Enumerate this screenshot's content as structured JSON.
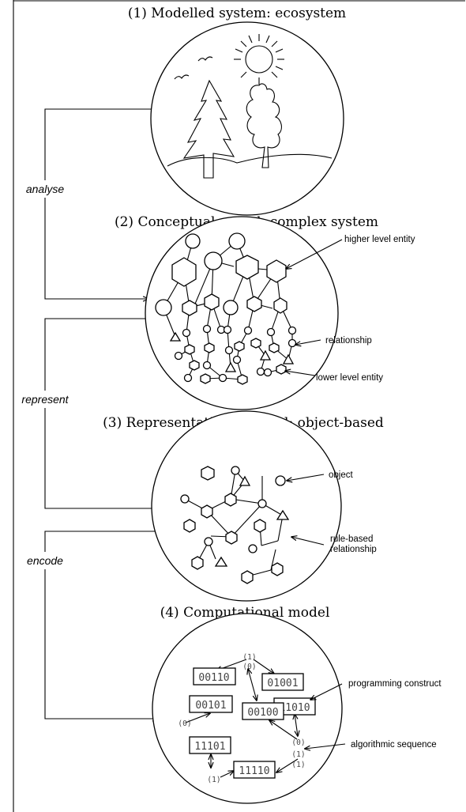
{
  "panels": [
    {
      "title": "(1) Modelled system: ecosystem"
    },
    {
      "title": "(2) Conceptual model: complex system"
    },
    {
      "title": "(3) Representational model: object-based"
    },
    {
      "title": "(4) Computational model"
    }
  ],
  "steps": [
    "analyse",
    "represent",
    "encode"
  ],
  "annotations": {
    "higher_level_entity": "higher level entity",
    "relationship": "relationship",
    "lower_level_entity": "lower level entity",
    "object": "object",
    "rule_based_1": "rule-based",
    "rule_based_2": "relationship",
    "programming_construct": "programming construct",
    "algorithmic_sequence": "algorithmic sequence"
  },
  "binary_codes": [
    "00110",
    "01001",
    "00101",
    "11010",
    "00100",
    "11101",
    "11110"
  ],
  "bit_labels": [
    "(1)",
    "(0)",
    "(0)",
    "(0)",
    "(1)",
    "(1)",
    "(1)"
  ]
}
